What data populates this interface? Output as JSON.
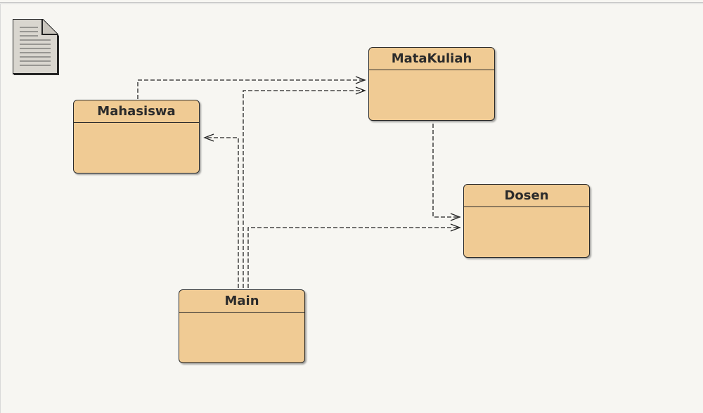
{
  "diagram": {
    "classes": [
      {
        "id": "mahasiswa",
        "name": "Mahasiswa"
      },
      {
        "id": "matakuliah",
        "name": "MataKuliah"
      },
      {
        "id": "dosen",
        "name": "Dosen"
      },
      {
        "id": "main",
        "name": "Main"
      }
    ],
    "dependencies": [
      {
        "from": "Mahasiswa",
        "to": "MataKuliah"
      },
      {
        "from": "Main",
        "to": "MataKuliah"
      },
      {
        "from": "Main",
        "to": "Mahasiswa"
      },
      {
        "from": "Main",
        "to": "Dosen"
      },
      {
        "from": "MataKuliah",
        "to": "Dosen"
      }
    ],
    "colors": {
      "class_fill": "#f0cb94",
      "class_border": "#2a2a2a",
      "canvas": "#f7f6f2"
    },
    "icons": [
      "note-icon"
    ]
  }
}
